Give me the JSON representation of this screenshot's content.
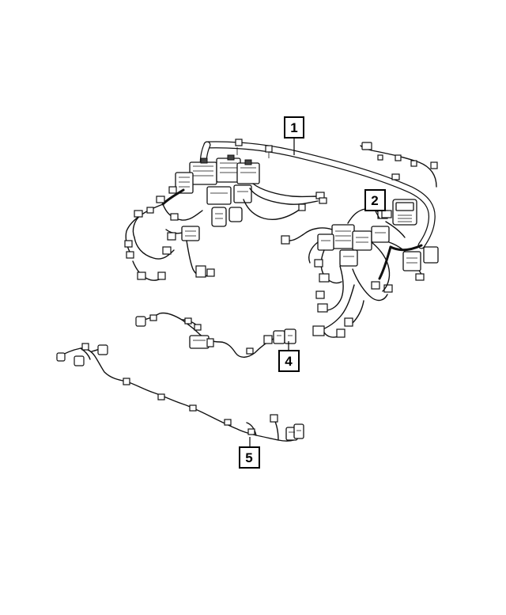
{
  "diagram": {
    "callouts": [
      {
        "id": "1",
        "label": "1"
      },
      {
        "id": "2",
        "label": "2"
      },
      {
        "id": "4",
        "label": "4"
      },
      {
        "id": "5",
        "label": "5"
      }
    ],
    "parts": [
      {
        "callout": "1",
        "part": "instrument-panel-wiring-harness"
      },
      {
        "callout": "2",
        "part": "harness-connector-module"
      },
      {
        "callout": "4",
        "part": "jumper-wiring-harness"
      },
      {
        "callout": "5",
        "part": "rear-wiring-harness"
      }
    ],
    "colors": {
      "line": "#111111",
      "background": "#ffffff"
    }
  }
}
